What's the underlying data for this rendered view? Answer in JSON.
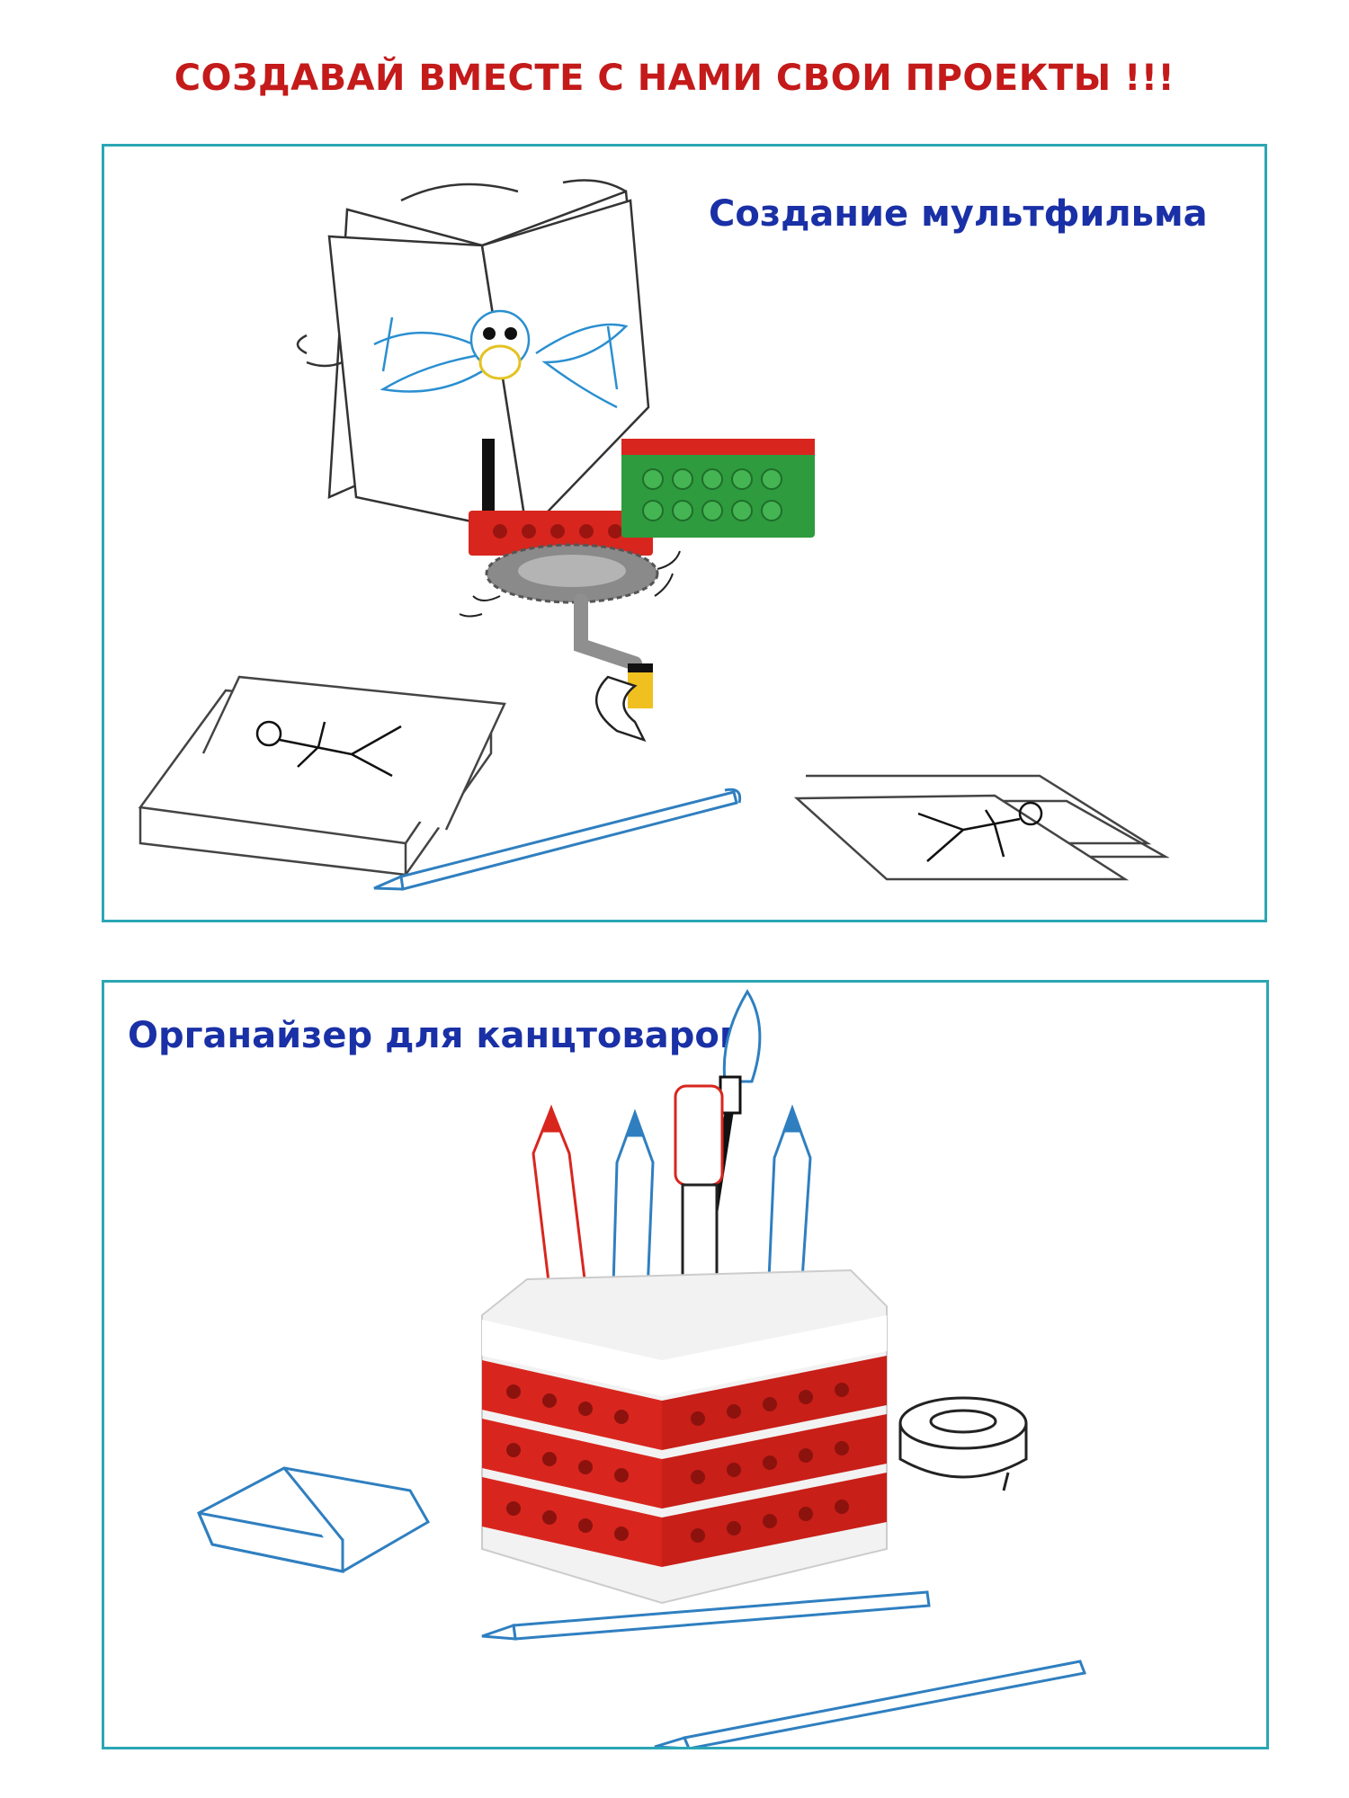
{
  "header": {
    "title": "СОЗДАВАЙ ВМЕСТЕ С НАМИ СВОИ ПРОЕКТЫ !!!"
  },
  "projects": [
    {
      "title": "Создание мультфильма",
      "illustration": "flip-book-animation-machine"
    },
    {
      "title": "Органайзер для канцтоваров",
      "illustration": "pencil-holder-organizer"
    }
  ],
  "colors": {
    "title_red": "#c41a1a",
    "heading_blue": "#1a30a6",
    "frame_teal": "#2ba6b4",
    "brick_red": "#d8261e",
    "brick_green": "#2e9b3e",
    "sketch_blue": "#2f7fc0",
    "gear_gray": "#8a8a8a"
  }
}
